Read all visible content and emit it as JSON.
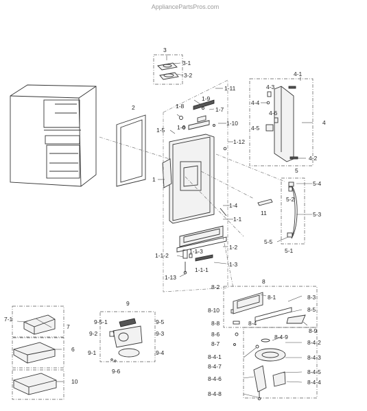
{
  "watermark": "AppliancePartsPros.com",
  "labels": {
    "l1": "1",
    "l1_1": "1-1",
    "l1_1_1": "1-1-1",
    "l1_1_2": "1-1-2",
    "l1_1_3": "1-1-3",
    "l1_2": "1-2",
    "l1_3": "1-3",
    "l1_4": "1-4",
    "l1_5": "1-5",
    "l1_6": "1-6",
    "l1_7": "1-7",
    "l1_8": "1-8",
    "l1_9": "1-9",
    "l1_10": "1-10",
    "l1_11": "1-11",
    "l1_12": "1-12",
    "l1_13": "1-13",
    "l2": "2",
    "l3": "3",
    "l3_1": "3-1",
    "l3_2": "3-2",
    "l4": "4",
    "l4_1": "4-1",
    "l4_2": "4-2",
    "l4_3": "4-3",
    "l4_4": "4-4",
    "l4_5": "4-5",
    "l4_6": "4-6",
    "l5": "5",
    "l5_1": "5-1",
    "l5_2": "5-2",
    "l5_3": "5-3",
    "l5_4": "5-4",
    "l5_5": "5-5",
    "l6": "6",
    "l7": "7",
    "l7_1": "7-1",
    "l8": "8",
    "l8_1": "8-1",
    "l8_2": "8-2",
    "l8_3": "8-3",
    "l8_4": "8-4",
    "l8_5": "8-5",
    "l8_6": "8-6",
    "l8_7": "8-7",
    "l8_8": "8-8",
    "l8_9": "8-9",
    "l8_10": "8-10",
    "l8_4_1": "8-4-1",
    "l8_4_2": "8-4-2",
    "l8_4_3": "8-4-3",
    "l8_4_4": "8-4-4",
    "l8_4_5": "8-4-5",
    "l8_4_6": "8-4-6",
    "l8_4_7": "8-4-7",
    "l8_4_8": "8-4-8",
    "l8_4_9": "8-4-9",
    "l9": "9",
    "l9_1": "9-1",
    "l9_2": "9-2",
    "l9_3": "9-3",
    "l9_4": "9-4",
    "l9_5": "9-5",
    "l9_5_1": "9-5-1",
    "l9_6": "9-6",
    "l10": "10",
    "l11": "11"
  }
}
